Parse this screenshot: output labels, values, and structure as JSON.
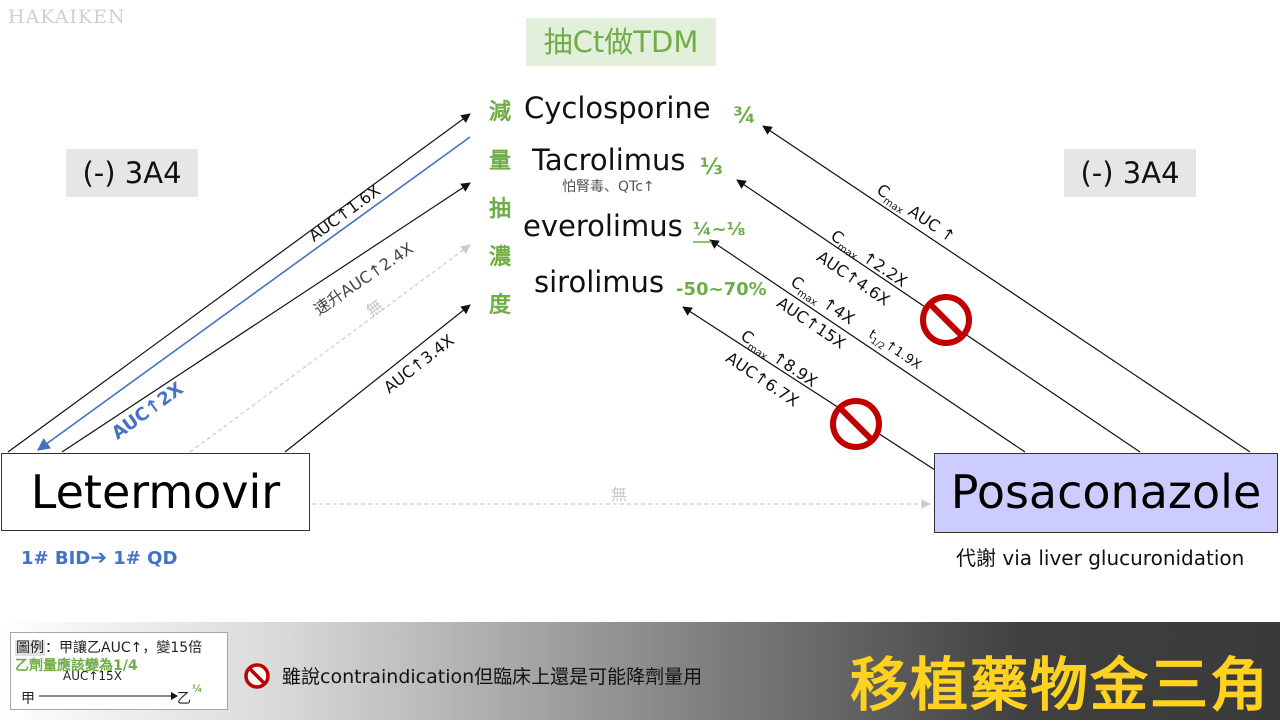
{
  "watermark": "HAKAIKEN",
  "tdm_label": "抽Ct做TDM",
  "vertical_label": [
    "減",
    "量",
    "抽",
    "濃",
    "度"
  ],
  "targets": [
    {
      "name": "Cyclosporine",
      "fraction": "¾"
    },
    {
      "name": "Tacrolimus",
      "fraction": "⅓",
      "note": "怕腎毒、QTc↑"
    },
    {
      "name": "everolimus",
      "fraction": "¼~⅛"
    },
    {
      "name": "sirolimus",
      "fraction": "-50~70%"
    }
  ],
  "left_inhibitor": "(-) 3A4",
  "right_inhibitor": "(-) 3A4",
  "letermovir": {
    "name": "Letermovir",
    "dose_from": "1# BID",
    "dose_to": "1# QD",
    "effects": [
      {
        "target": "Cyclosporine",
        "label": "AUC↑1.6X"
      },
      {
        "target": "Tacrolimus",
        "label": "速升AUC↑2.4X"
      },
      {
        "target": "everolimus",
        "label": "無"
      },
      {
        "target": "sirolimus",
        "label": "AUC↑3.4X"
      }
    ],
    "reverse_effect": "AUC↑2X"
  },
  "posaconazole": {
    "name": "Posaconazole",
    "metabolism": "代謝 via liver glucuronidation",
    "effects": [
      {
        "target": "Cyclosporine",
        "label_main": "C",
        "label_sub": "max",
        "label_rest": " AUC ↑"
      },
      {
        "target": "Tacrolimus",
        "label_main": "C",
        "label_sub": "max",
        "label_rest": " ↑2.2X",
        "label2": "AUC↑4.6X"
      },
      {
        "target": "everolimus",
        "label_main": "C",
        "label_sub": "max",
        "label_rest": " ↑4X",
        "label2": "AUC↑15X",
        "label3_main": "t",
        "label3_sub": "1/2",
        "label3_rest": "↑1.9X"
      },
      {
        "target": "sirolimus",
        "label_main": "C",
        "label_sub": "max",
        "label_rest": " ↑8.9X",
        "label2": "AUC↑6.7X"
      }
    ]
  },
  "between_drugs": "無",
  "legend": {
    "tag": "圖例",
    "line1_rest": "：甲讓乙AUC↑，變15倍",
    "line2": "乙劑量應該變為1/4",
    "from": "甲",
    "arrow_label": "AUC↑15X",
    "to": "乙",
    "to_fraction": "¼"
  },
  "contraindication_note": "雖說contraindication但臨床上還是可能降劑量用",
  "title": "移植藥物金三角",
  "colors": {
    "green": "#70ad47",
    "blue": "#4472c4",
    "yellow_title": "#ffd21f",
    "posa_box": "#ccccff",
    "no_red": "#c00000"
  }
}
